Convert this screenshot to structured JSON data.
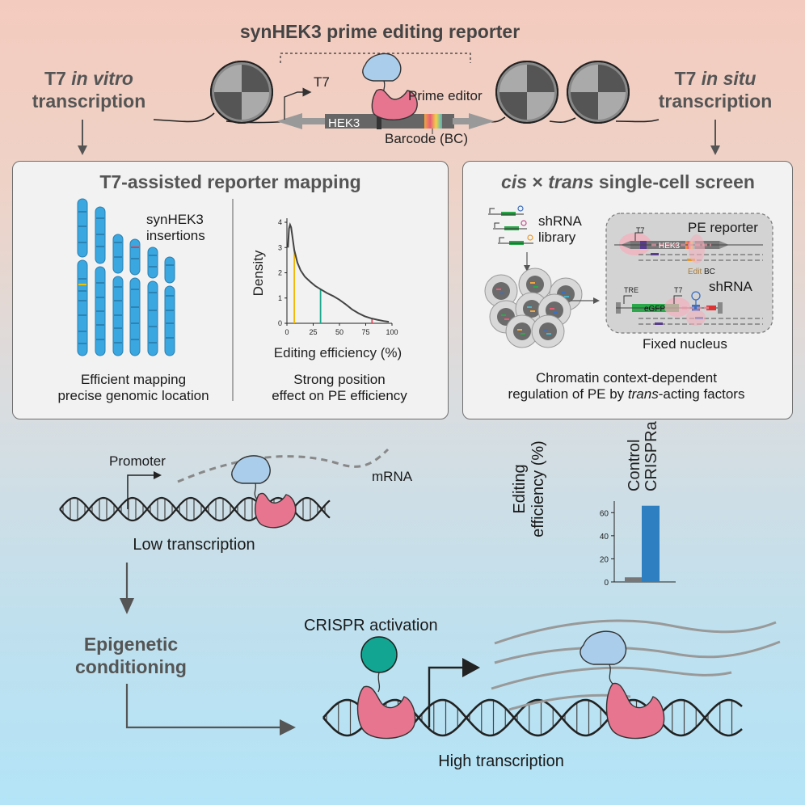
{
  "header": {
    "title": "synHEK3 prime editing reporter",
    "left_label": [
      "T7 ",
      "in vitro",
      "transcription"
    ],
    "right_label": [
      "T7 ",
      "in situ",
      "transcription"
    ],
    "t7": "T7",
    "hek3": "HEK3",
    "prime_editor": "Prime editor",
    "barcode": "Barcode (BC)"
  },
  "left_panel": {
    "title": "T7-assisted reporter mapping",
    "insertions_label": "synHEK3\ninsertions",
    "caption_left": "Efficient mapping\nprecise genomic location",
    "caption_right": "Strong position\neffect on PE efficiency"
  },
  "right_panel": {
    "title_parts": [
      "cis",
      " × ",
      "trans",
      " single-cell screen"
    ],
    "shrna_library": "shRNA\nlibrary",
    "pe_reporter": "PE reporter",
    "hek3": "HEK3",
    "edit": "Edit",
    "bc": "BC",
    "shrna": "shRNA",
    "tre": "TRE",
    "t7_a": "T7",
    "t7_b": "T7",
    "egfp": "eGFP",
    "fixed_nucleus": "Fixed nucleus",
    "caption_pre": "Chromatin context-dependent\nregulation of PE by ",
    "caption_italic": "trans",
    "caption_post": "-acting factors"
  },
  "bottom": {
    "promoter": "Promoter",
    "mrna": "mRNA",
    "low": "Low transcription",
    "epigenetic": "Epigenetic\nconditioning",
    "crispr_activation": "CRISPR activation",
    "high": "High transcription"
  },
  "chart_data": [
    {
      "type": "line",
      "title": "",
      "xlabel": "Editing efficiency (%)",
      "ylabel": "Density",
      "xlim": [
        0,
        100
      ],
      "ylim": [
        0,
        4
      ],
      "xticks": [
        0,
        25,
        50,
        75,
        100
      ],
      "yticks": [
        0,
        1,
        2,
        3,
        4
      ],
      "x": [
        1,
        2,
        3,
        4,
        5,
        7,
        10,
        13,
        17,
        22,
        27,
        32,
        38,
        44,
        50,
        56,
        62,
        68,
        74,
        80,
        86,
        92,
        97
      ],
      "y": [
        3.0,
        3.75,
        3.9,
        3.8,
        3.5,
        2.9,
        2.4,
        2.1,
        1.85,
        1.65,
        1.48,
        1.35,
        1.2,
        1.08,
        0.93,
        0.75,
        0.55,
        0.4,
        0.28,
        0.2,
        0.14,
        0.09,
        0.06
      ],
      "markers": [
        {
          "x": 7,
          "color": "#f2b705"
        },
        {
          "x": 32,
          "color": "#1aa88e"
        },
        {
          "x": 81,
          "color": "#e84a5f"
        }
      ]
    },
    {
      "type": "bar",
      "title": "",
      "ylabel": "Editing\nefficiency (%)",
      "categories": [
        "Control",
        "CRISPRa"
      ],
      "values": [
        4,
        66
      ],
      "colors": [
        "#777777",
        "#2d7fc1"
      ],
      "ylim": [
        0,
        70
      ],
      "yticks": [
        0,
        20,
        40,
        60
      ]
    }
  ]
}
